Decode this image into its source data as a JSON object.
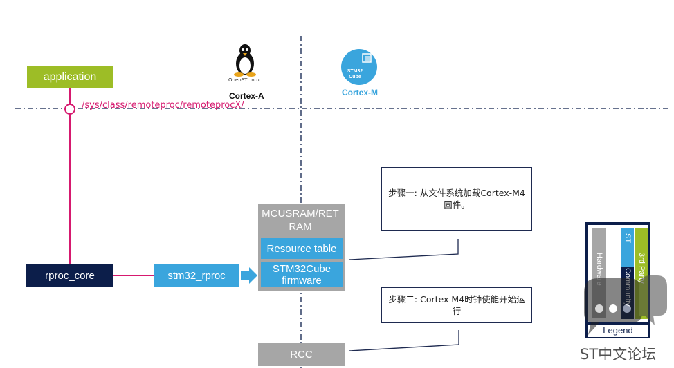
{
  "header": {
    "linux_logo_text": "OpenSTLinux",
    "linux_label": "Cortex-A",
    "cube_logo_text": "STM32 Cube",
    "cube_label": "Cortex-M"
  },
  "blocks": {
    "application": "application",
    "sysfs_path": "/sys/class/remoteproc/remoteprocX/",
    "rproc_core": "rproc_core",
    "stm32_rproc": "stm32_rproc",
    "mcusram_title": "MCUSRAM/RETRAM",
    "resource_table": "Resource table",
    "firmware": "STM32Cube firmware",
    "rcc": "RCC"
  },
  "notes": {
    "step1": "步骤一: 从文件系统加载Cortex-M4固件。",
    "step2": "步骤二: Cortex M4时钟使能开始运行"
  },
  "legend": {
    "hardware": "Hardware",
    "st": "ST",
    "community": "Community",
    "third_party": "3rd Party",
    "title": "Legend"
  },
  "watermark": {
    "text": "ST中文论坛"
  },
  "colors": {
    "green": "#9dbd26",
    "navy": "#0c1e4a",
    "sky": "#3aa5dd",
    "grey": "#a6a6a6",
    "magenta": "#d6196f"
  }
}
